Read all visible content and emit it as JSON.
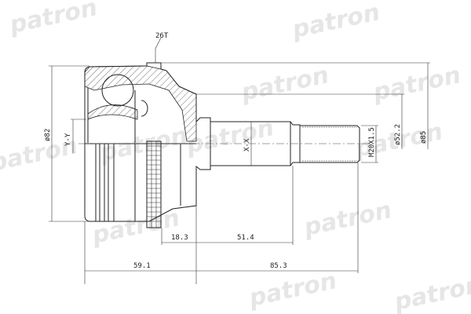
{
  "watermark": {
    "text": "patron",
    "color": "#e6e6e6"
  },
  "labels": {
    "teeth": "26T",
    "axis_y": "Y-Y",
    "axis_x": "X-X",
    "thread": "M20X1.5"
  },
  "dimensions": {
    "outer_diameter_left": "ø82",
    "outer_diameter_right": "ø85",
    "seal_diameter": "ø52.2",
    "abs_to_face": "18.3",
    "shaft_length": "51.4",
    "housing_length": "59.1",
    "total_shaft_length": "85.3"
  }
}
